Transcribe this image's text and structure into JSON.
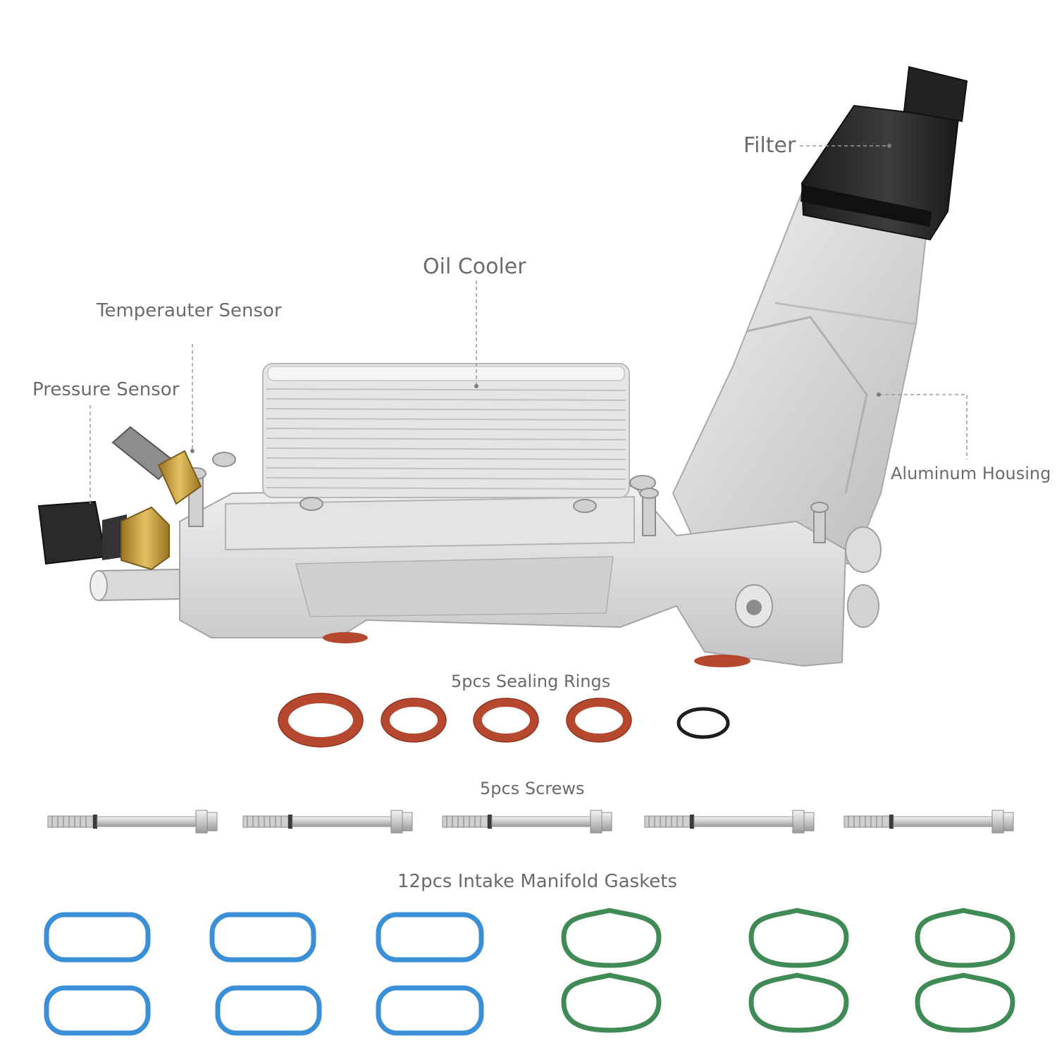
{
  "labels": {
    "filter": "Filter",
    "oil_cooler": "Oil Cooler",
    "temperature_sensor": "Temperauter Sensor",
    "pressure_sensor": "Pressure Sensor",
    "aluminum_housing": "Aluminum Housing"
  },
  "sections": {
    "sealing_rings": "5pcs Sealing Rings",
    "screws": "5pcs Screws",
    "gaskets": "12pcs Intake Manifold Gaskets"
  },
  "colors": {
    "label_text": "#6b6b6b",
    "aluminum": "#d8d8d8",
    "filter_cap": "#2b2b2b",
    "seal_red": "#b5482f",
    "seal_black": "#1e1e1e",
    "gasket_blue": "#3a8fd6",
    "gasket_green": "#3f8a55",
    "brass": "#c9a03c"
  },
  "counts": {
    "sealing_rings": 5,
    "screws": 5,
    "gaskets": 12
  }
}
